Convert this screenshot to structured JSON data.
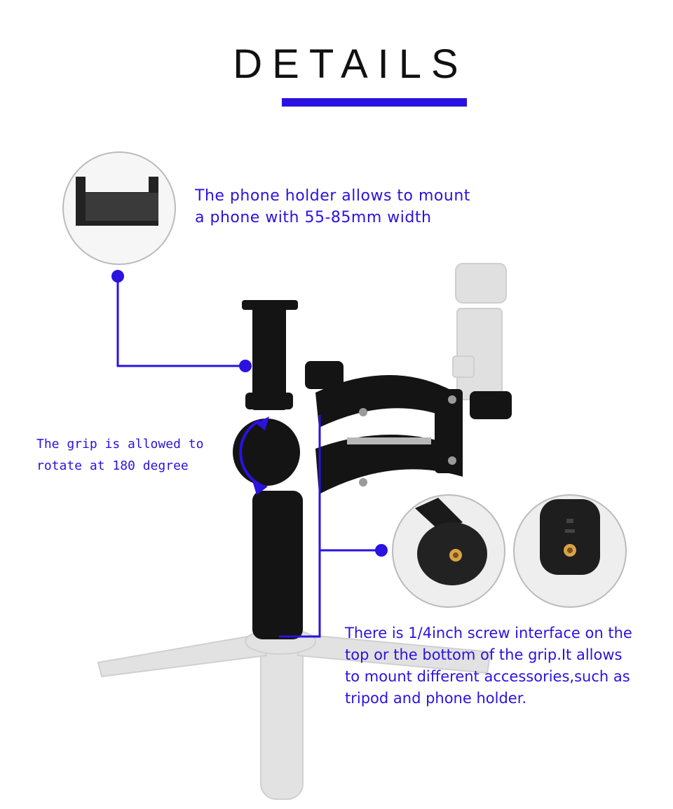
{
  "header": {
    "title": "DETAILS",
    "accent_color": "#2a12e0"
  },
  "callouts": {
    "phone_holder": "The phone holder allows to mount\na phone with 55-85mm width",
    "grip_rotate": "The grip is allowed to\nrotate at 180 degree",
    "screw_interface": "There is 1/4inch screw interface on the\ntop or the bottom of the grip.It allows\nto mount different accessories,such as\ntripod and phone holder."
  }
}
